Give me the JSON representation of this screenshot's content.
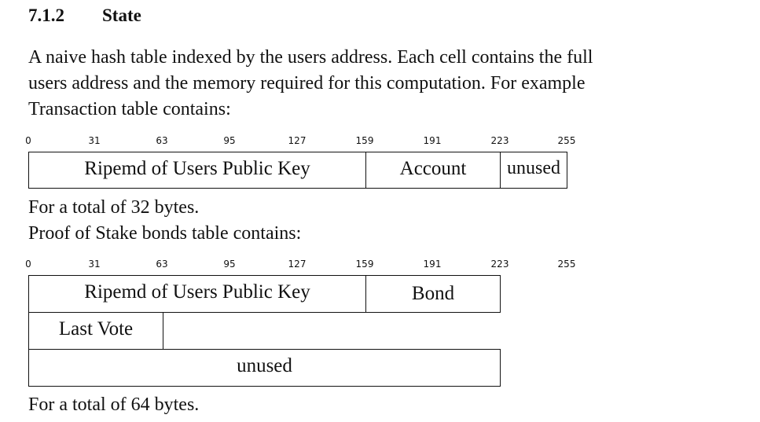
{
  "section": {
    "number": "7.1.2",
    "title": "State"
  },
  "intro_lines": [
    "A naive hash table indexed by the users address. Each cell contains the full",
    "users address and the memory required for this computation. For example",
    "Transaction table contains:"
  ],
  "tick_labels": [
    "0",
    "31",
    "63",
    "95",
    "127",
    "159",
    "191",
    "223",
    "255"
  ],
  "transaction_table": {
    "cells": [
      "Ripemd of Users Public Key",
      "Account",
      "unused"
    ]
  },
  "transaction_total": "For a total of 32 bytes.",
  "pos_intro": "Proof of Stake bonds table contains:",
  "pos_table": {
    "row1": [
      "Ripemd of Users Public Key",
      "Bond"
    ],
    "row2": [
      "Last Vote"
    ],
    "row3": [
      "unused"
    ]
  },
  "pos_total": "For a total of 64 bytes."
}
